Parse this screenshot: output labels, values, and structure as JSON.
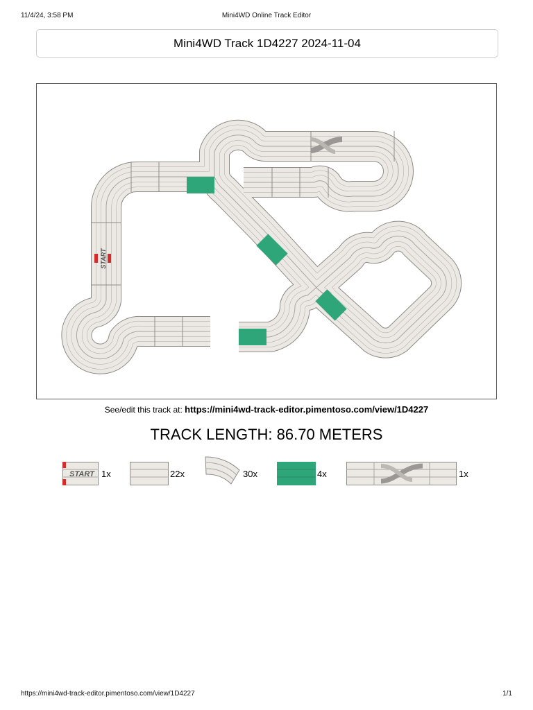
{
  "print_header": {
    "datetime": "11/4/24, 3:58 PM",
    "page_title": "Mini4WD Online Track Editor"
  },
  "track": {
    "title": "Mini4WD Track 1D4227 2024-11-04",
    "start_label": "START"
  },
  "link": {
    "prefix": "See/edit this track at: ",
    "url": "https://mini4wd-track-editor.pimentoso.com/view/1D4227"
  },
  "length_text": "TRACK LENGTH: 86.70 METERS",
  "parts": [
    {
      "name": "start",
      "count": "1x",
      "label": "START"
    },
    {
      "name": "straight",
      "count": "22x"
    },
    {
      "name": "curve",
      "count": "30x"
    },
    {
      "name": "green-straight",
      "count": "4x"
    },
    {
      "name": "lane-change",
      "count": "1x"
    }
  ],
  "colors": {
    "track_fill": "#ece8e3",
    "track_border": "#8e8a86",
    "lane_line": "#a9a5a1",
    "green": "#2fa57a",
    "start_red": "#d62b2b"
  },
  "print_footer": {
    "url": "https://mini4wd-track-editor.pimentoso.com/view/1D4227",
    "page": "1/1"
  }
}
